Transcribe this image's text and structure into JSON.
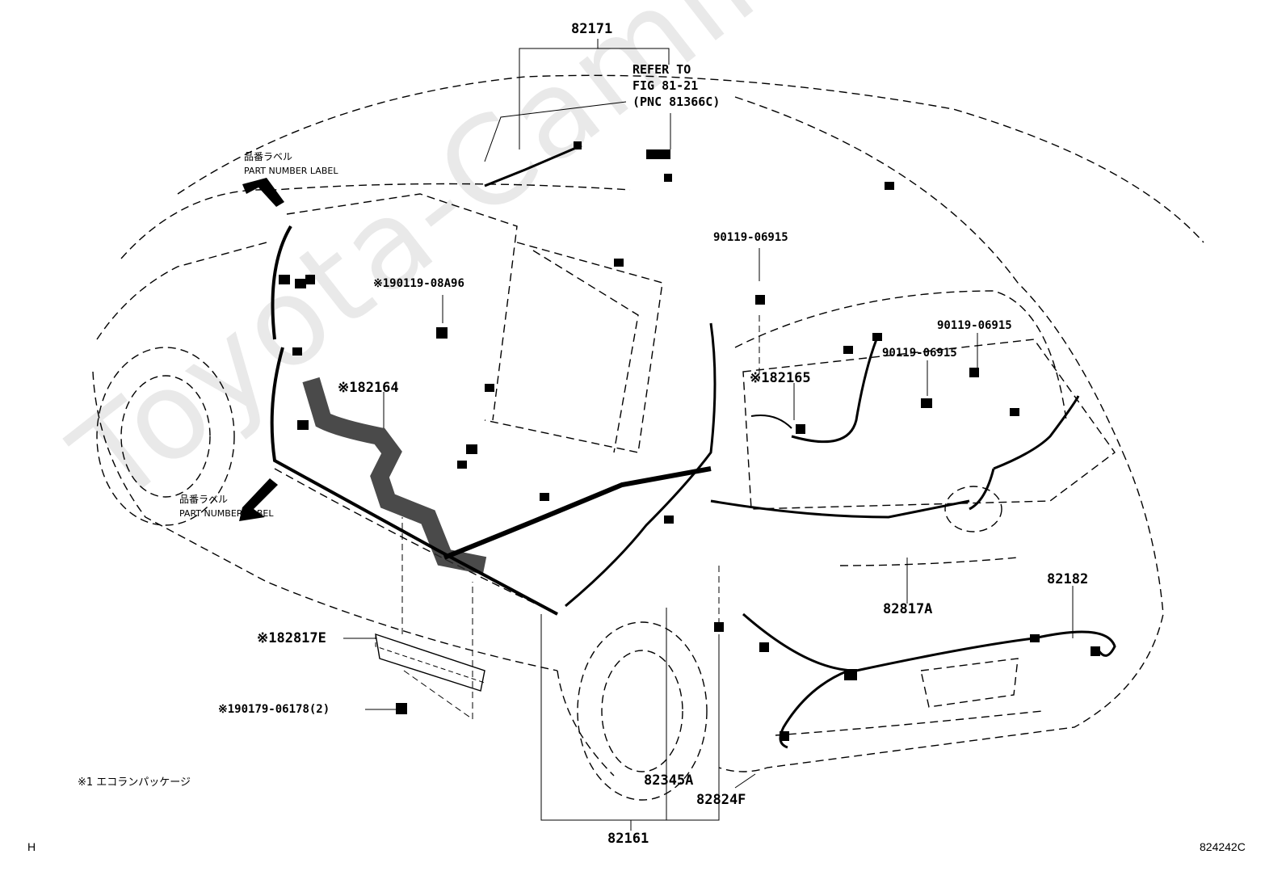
{
  "watermark": "Toyota-Camline.ru",
  "labels": {
    "p82171": "82171",
    "refer": "REFER TO\nFIG 81-21\n(PNC 81366C)",
    "pn_label_top_jp": "品番ラベル",
    "pn_label_top_en": "PART NUMBER LABEL",
    "pn_label_bottom_jp": "品番ラベル",
    "pn_label_bottom_en": "PART NUMBER LABEL",
    "p90119_08A96": "※190119-08A96",
    "p82164": "※182164",
    "p90119_06915_a": "90119-06915",
    "p82165": "※182165",
    "p90119_06915_b": "90119-06915",
    "p90119_06915_c": "90119-06915",
    "p82817A": "82817A",
    "p82182": "82182",
    "p82817E": "※182817E",
    "p90179_06178": "※190179-06178(2)",
    "p82345A": "82345A",
    "p82824F": "82824F",
    "p82161": "82161",
    "footnote": "※1 エコランパッケージ",
    "corner_left": "H",
    "corner_right": "824242C"
  }
}
